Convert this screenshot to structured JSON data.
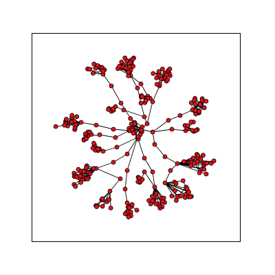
{
  "chart_data": {
    "type": "network",
    "title": "",
    "node_color": "#e0141b",
    "node_edge_color": "#000000",
    "edge_color": "#000000",
    "structure": "tree",
    "node_count_approx": 300,
    "axes": {
      "visible": false,
      "frame": true,
      "ticks": false
    }
  }
}
